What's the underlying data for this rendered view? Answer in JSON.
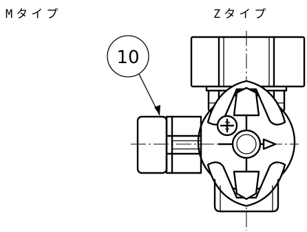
{
  "labels": {
    "m_type": "Mタイプ",
    "z_type": "Zタイプ"
  },
  "callout": {
    "number": "10"
  }
}
